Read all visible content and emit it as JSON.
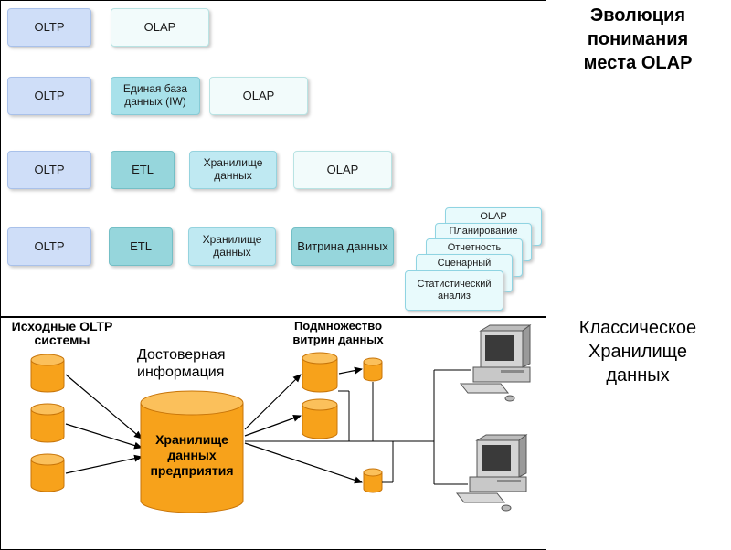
{
  "top_panel": {
    "rows": [
      {
        "boxes": [
          "OLTP",
          "OLAP"
        ]
      },
      {
        "boxes": [
          "OLTP",
          "Единая база данных (IW)",
          "OLAP"
        ]
      },
      {
        "boxes": [
          "OLTP",
          "ETL",
          "Хранилище данных",
          "OLAP"
        ]
      },
      {
        "boxes": [
          "OLTP",
          "ETL",
          "Хранилище данных",
          "Витрина данных"
        ]
      }
    ],
    "stack": [
      "OLAP",
      "Планирование",
      "Отчетность",
      "Сценарный",
      "Статистический анализ"
    ]
  },
  "titles": {
    "top": "Эволюция понимания места OLAP",
    "bottom": "Классическое Хранилище данных"
  },
  "bottom_panel": {
    "sources_label": "Исходные OLTP системы",
    "detail_label": "Достоверная информация",
    "warehouse_label": "Хранилище данных предприятия",
    "marts_label": "Подмножество витрин данных"
  },
  "colors": {
    "oltp": "#cfdef8",
    "olap": "#f2fbfb",
    "teal": "#a8e1ea",
    "cylinder": "#f7a21b",
    "cylinder_dark": "#d9820a"
  },
  "icons": [
    "database-cylinder-icon",
    "computer-workstation-icon",
    "arrow-icon"
  ]
}
